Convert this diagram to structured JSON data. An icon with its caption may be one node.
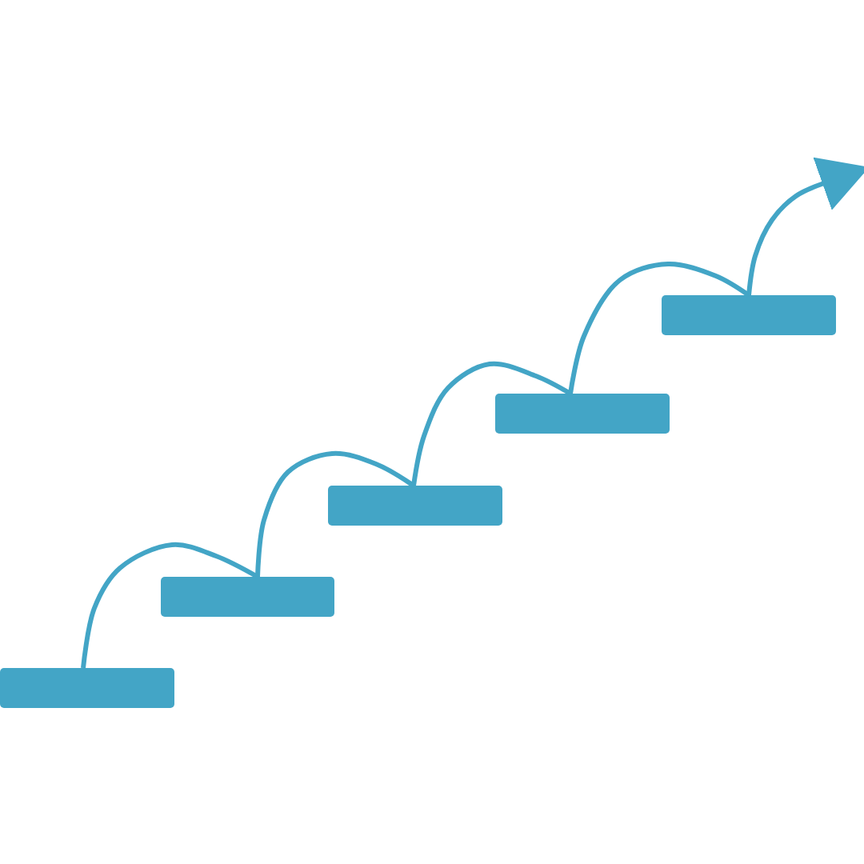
{
  "diagram": {
    "nodes": [
      {
        "text": [],
        "shape": "bar"
      },
      {
        "text": [],
        "shape": "bar"
      },
      {
        "text": [],
        "shape": "bar"
      },
      {
        "text": [],
        "shape": "bar"
      },
      {
        "text": [],
        "shape": "bar"
      }
    ],
    "edges": [
      {
        "from": 0,
        "to": 1,
        "arrow": "none"
      },
      {
        "from": 1,
        "to": 2,
        "arrow": "none"
      },
      {
        "from": 2,
        "to": 3,
        "arrow": "none"
      },
      {
        "from": 3,
        "to": 4,
        "arrow": "none"
      },
      {
        "from": 4,
        "to": null,
        "arrow": "to"
      }
    ]
  }
}
